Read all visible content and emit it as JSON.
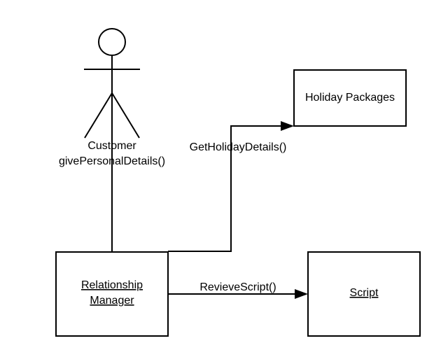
{
  "actor": {
    "name": "Customer",
    "message": "givePersonalDetails()"
  },
  "objects": {
    "holiday_packages": "Holiday Packages",
    "relationship_manager_line1": "Relationship",
    "relationship_manager_line2": "Manager",
    "script": "Script"
  },
  "messages": {
    "get_holiday_details": "GetHolidayDetails()",
    "review_script": "RevieveScript()"
  }
}
